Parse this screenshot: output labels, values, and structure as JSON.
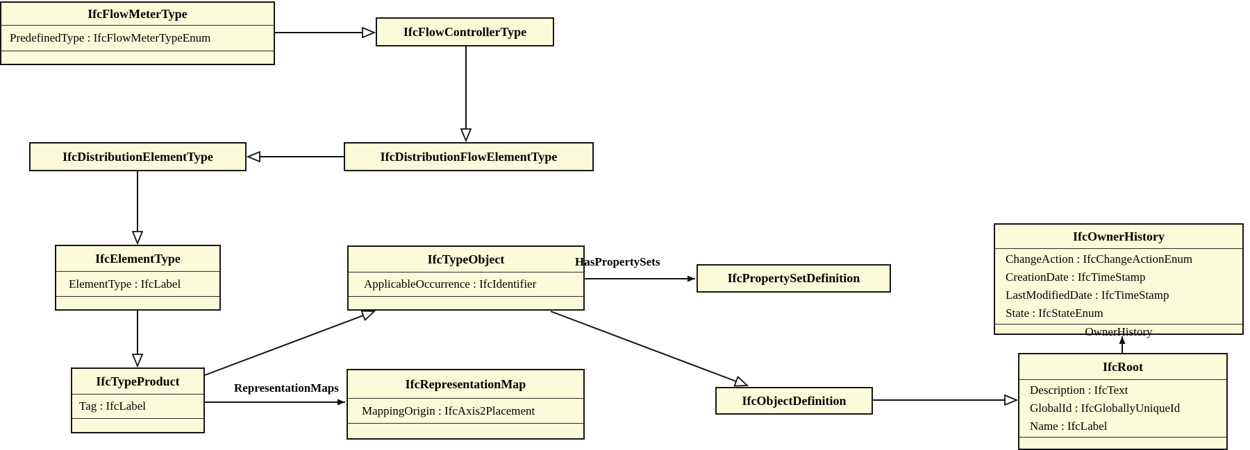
{
  "diagram": {
    "box_fill": "#fbfbd9",
    "box_border": "#161616",
    "line_color": "#111111",
    "background": "#ffffff"
  },
  "classes": [
    {
      "name": "IfcFlowMeterType",
      "attributes": [
        "PredefinedType : IfcFlowMeterTypeEnum"
      ]
    },
    {
      "name": "IfcFlowControllerType",
      "attributes": []
    },
    {
      "name": "IfcDistributionElementType",
      "attributes": []
    },
    {
      "name": "IfcDistributionFlowElementType",
      "attributes": []
    },
    {
      "name": "IfcElementType",
      "attributes": [
        "ElementType : IfcLabel"
      ]
    },
    {
      "name": "IfcTypeObject",
      "attributes": [
        "ApplicableOccurrence : IfcIdentifier"
      ]
    },
    {
      "name": "IfcPropertySetDefinition",
      "attributes": []
    },
    {
      "name": "IfcOwnerHistory",
      "attributes": [
        "ChangeAction : IfcChangeActionEnum",
        "CreationDate : IfcTimeStamp",
        "LastModifiedDate : IfcTimeStamp",
        "State : IfcStateEnum"
      ],
      "footer": "OwnerHistory"
    },
    {
      "name": "IfcTypeProduct",
      "attributes": [
        "Tag : IfcLabel"
      ]
    },
    {
      "name": "IfcRepresentationMap",
      "attributes": [
        "MappingOrigin : IfcAxis2Placement"
      ]
    },
    {
      "name": "IfcObjectDefinition",
      "attributes": []
    },
    {
      "name": "IfcRoot",
      "attributes": [
        "Description : IfcText",
        "GlobalId : IfcGloballyUniqueId",
        "Name : IfcLabel"
      ]
    }
  ],
  "edge_labels": {
    "has_property_sets": "HasPropertySets",
    "representation_maps": "RepresentationMaps"
  }
}
